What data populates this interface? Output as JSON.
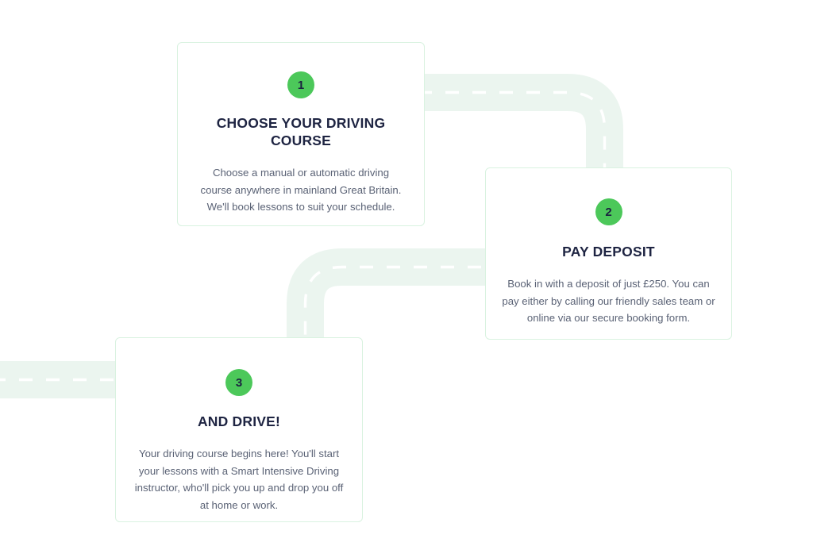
{
  "page": {
    "title": "How It Works - Three Step Process",
    "background_color": "#ffffff"
  },
  "theme": {
    "badge_green": "#4cc85a",
    "badge_number_color": "#1b2240",
    "card_border": "#d9f2e0",
    "card_background": "#ffffff",
    "heading_color": "#1e2442",
    "body_color": "#5a6275",
    "road_fill": "#ebf5ef",
    "road_dash": "#ffffff"
  },
  "steps": [
    {
      "number": "1",
      "title": "CHOOSE YOUR DRIVING COURSE",
      "body": "Choose a manual or automatic driving course anywhere in mainland Great Britain. We'll book lessons to suit your schedule."
    },
    {
      "number": "2",
      "title": "PAY DEPOSIT",
      "body": "Book in with a deposit of just £250. You can pay either by calling our friendly sales team or online via our secure booking form."
    },
    {
      "number": "3",
      "title": "AND DRIVE!",
      "body": "Your driving course begins here! You'll start your lessons with a Smart Intensive Driving instructor, who'll pick you up and drop you off at home or work."
    }
  ],
  "decorations": {
    "road_segments": [
      {
        "name": "road-top-right-curve",
        "description": "horizontal road from behind card 1 running right then curving down toward card 2"
      },
      {
        "name": "road-middle-left-curve",
        "description": "horizontal road from behind card 2 running left then curving down toward card 3"
      },
      {
        "name": "road-left-straight",
        "description": "horizontal road at left edge running into card 3"
      }
    ]
  }
}
